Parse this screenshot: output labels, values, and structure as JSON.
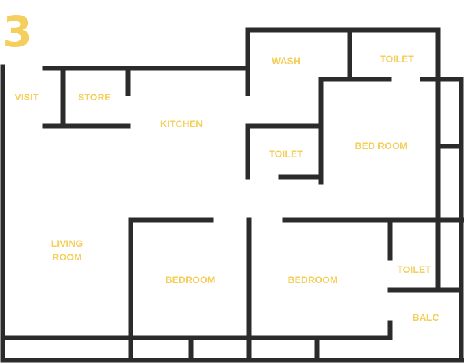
{
  "plan_number": "3",
  "colors": {
    "wall": "#2b2b2b",
    "label": "#f5cf5e",
    "background": "#ffffff"
  },
  "rooms": {
    "visit": "VISIT",
    "store": "STORE",
    "kitchen": "KITCHEN",
    "wash": "WASH",
    "toilet_top": "TOILET",
    "bed_room": "BED ROOM",
    "toilet_middle": "TOILET",
    "living_room_line1": "LIVING",
    "living_room_line2": "ROOM",
    "bedroom_left": "BEDROOM",
    "bedroom_right": "BEDROOM",
    "toilet_bottom": "TOILET",
    "balc": "BALC"
  }
}
